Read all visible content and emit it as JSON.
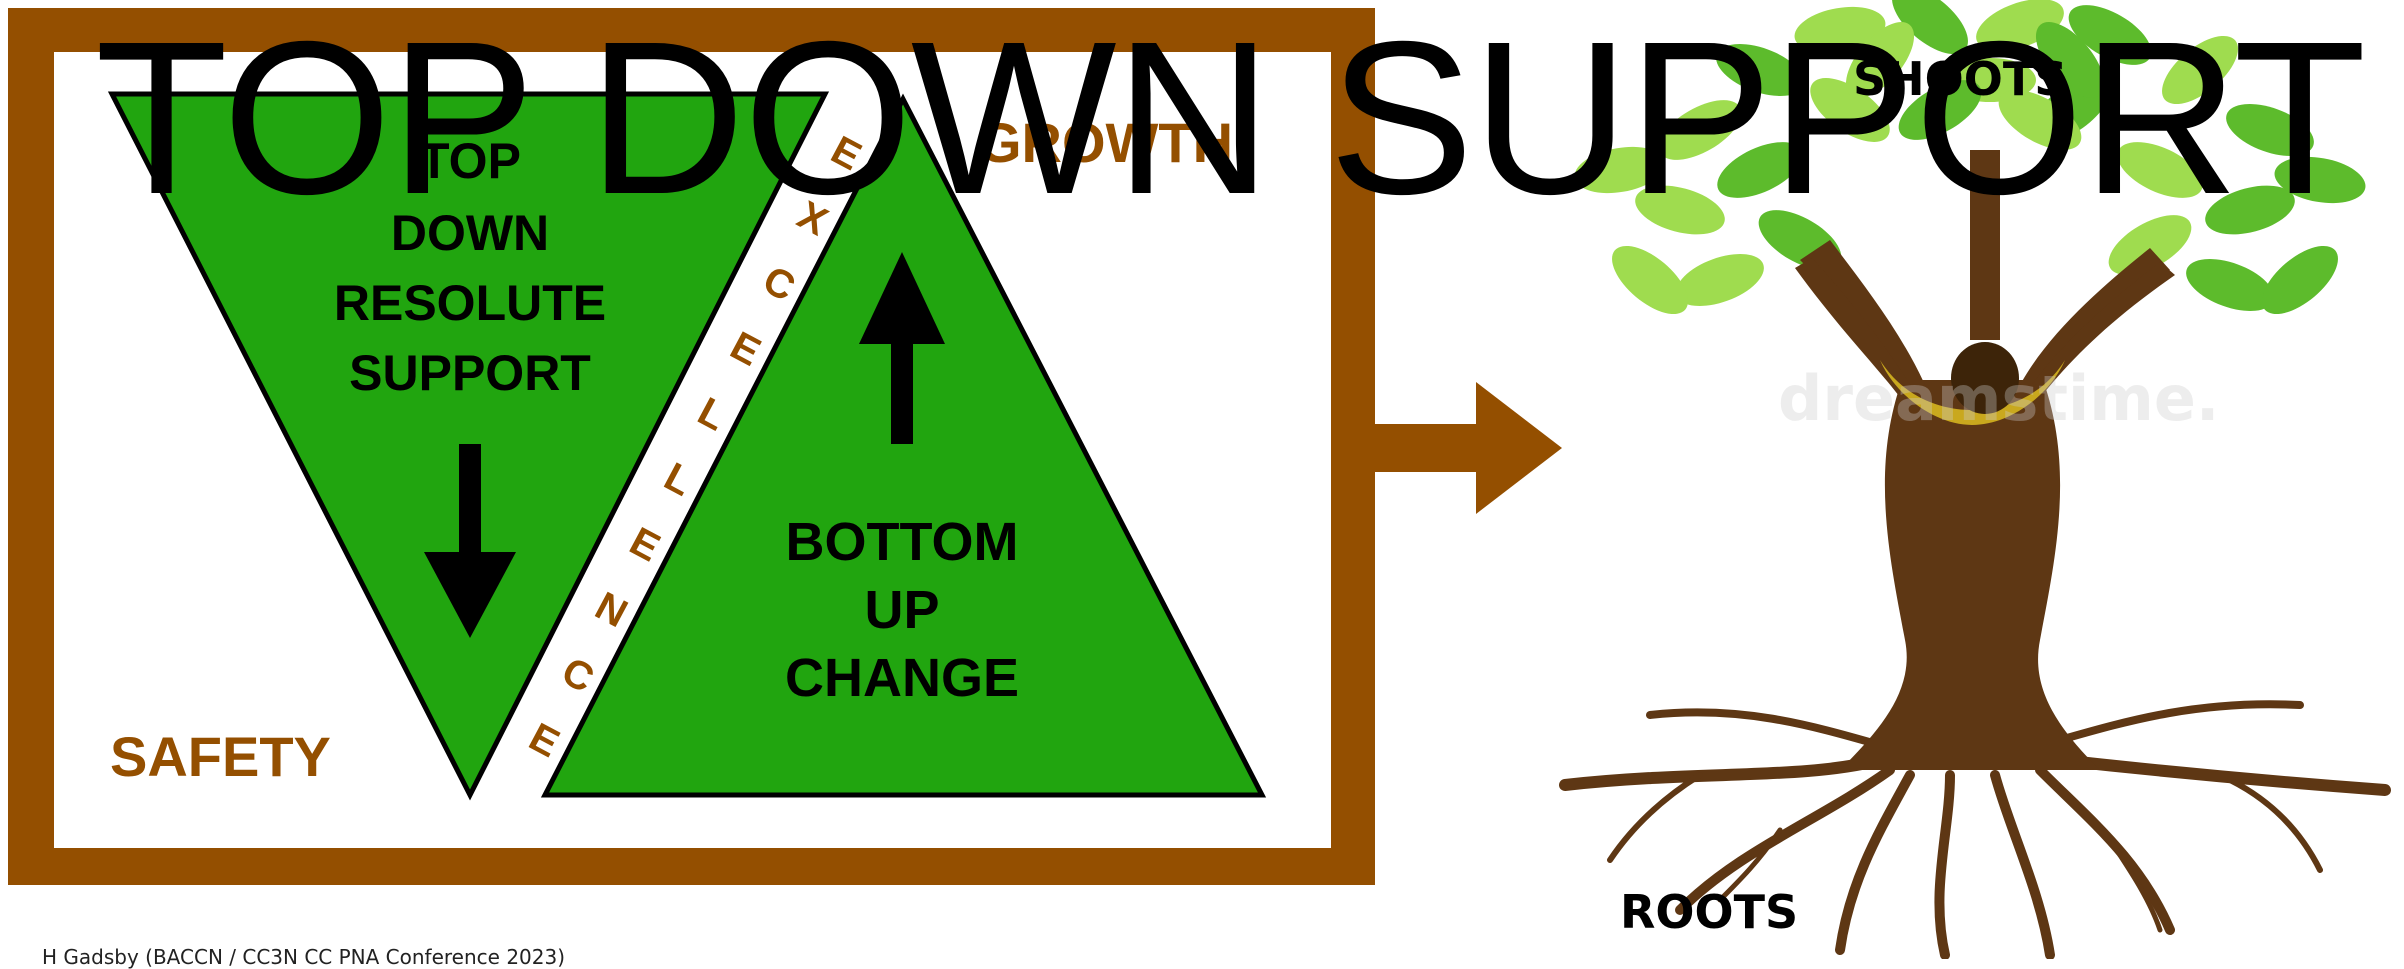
{
  "title": "TOP DOWN SUPPORT",
  "left_panel": {
    "top_down_lines": [
      "TOP",
      "DOWN",
      "RESOLUTE",
      "SUPPORT"
    ],
    "bottom_up_lines": [
      "BOTTOM",
      "UP",
      "CHANGE"
    ],
    "growth_label": "GROWTH",
    "safety_label": "SAFETY",
    "excellence_letters": [
      "E",
      "X",
      "C",
      "E",
      "L",
      "L",
      "E",
      "N",
      "C",
      "E"
    ]
  },
  "tree": {
    "shoots_label": "SHOOTS",
    "roots_label": "ROOTS",
    "watermark": "dreamstime."
  },
  "credit": "H Gadsby (BACCN / CC3N CC PNA Conference 2023)",
  "colors": {
    "brown": "#944f00",
    "green": "#21a50f",
    "black": "#000000",
    "trunk": "#5e3714",
    "leaf_light": "#9fdc4f",
    "leaf_dark": "#5dbb2c"
  }
}
